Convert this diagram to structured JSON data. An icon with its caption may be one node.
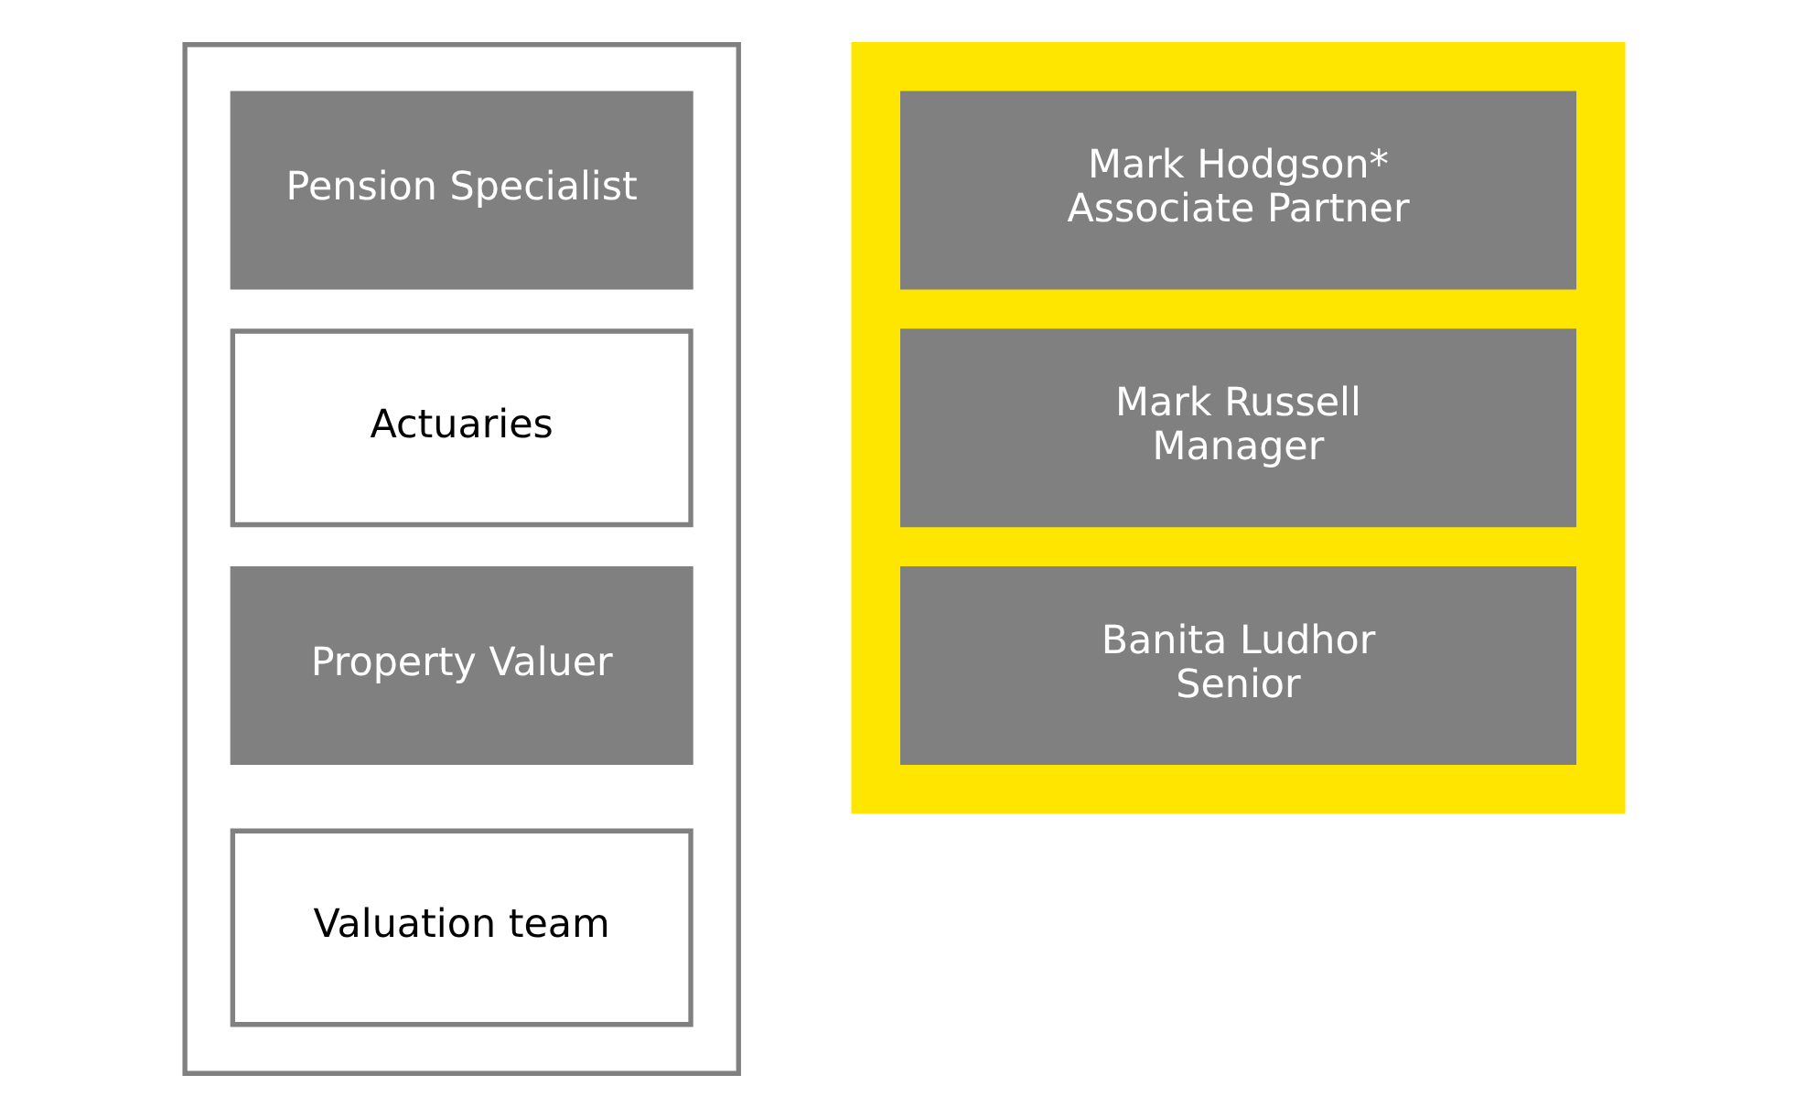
{
  "diagram": {
    "nodes": [
      {
        "text": [],
        "shape": "box"
      },
      {
        "text": [
          "Pension Specialist"
        ],
        "in": 0
      },
      {
        "text": [
          "Actuaries"
        ],
        "in": 0
      },
      {
        "text": [
          "Property Valuer"
        ],
        "in": 0
      },
      {
        "text": [
          "Valuation team"
        ],
        "in": 0
      },
      {
        "text": [],
        "shape": "box"
      },
      {
        "text": [
          "Mark Hodgson*",
          "Associate Partner"
        ],
        "in": 5
      },
      {
        "text": [
          "Mark Russell",
          "Manager"
        ],
        "in": 5
      },
      {
        "text": [
          "Banita Ludhor",
          "Senior"
        ],
        "in": 5
      }
    ],
    "edges": []
  }
}
